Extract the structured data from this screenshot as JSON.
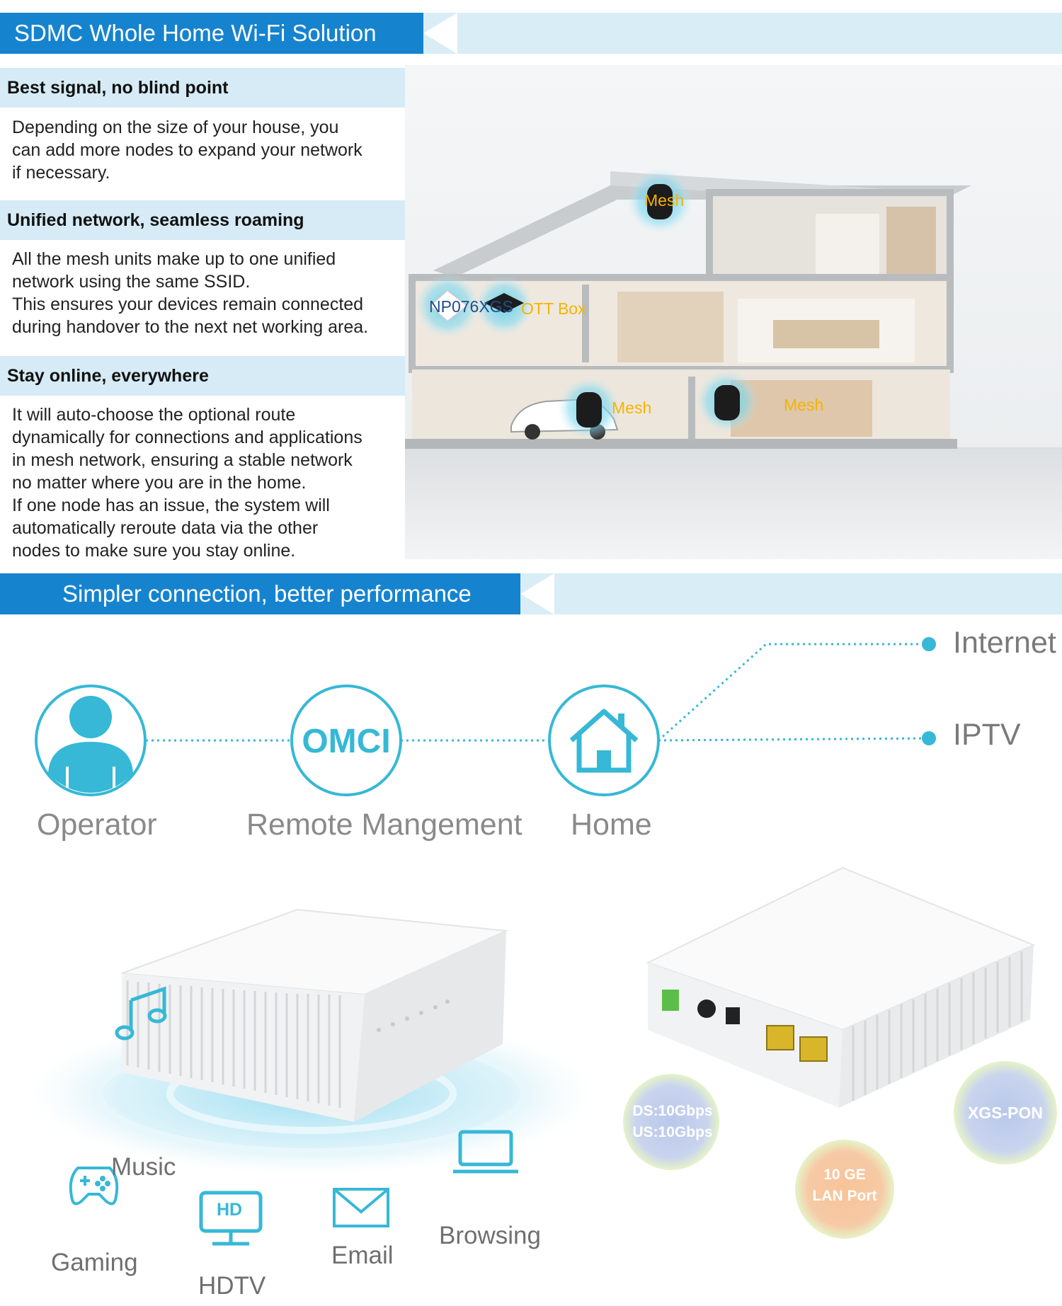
{
  "banners": {
    "top_title": "SDMC Whole Home Wi-Fi Solution",
    "mid_title": "Simpler connection, better performance"
  },
  "features": [
    {
      "title": "Best signal, no blind point",
      "lines": [
        "Depending on the size of your house, you",
        "can add more nodes to expand your network",
        "if necessary."
      ]
    },
    {
      "title": "Unified network, seamless roaming",
      "lines": [
        "All the mesh units make up to one unified",
        "network using the same SSID.",
        "This ensures your devices remain connected",
        "during handover to the next net working area."
      ]
    },
    {
      "title": "Stay online, everywhere",
      "lines": [
        "It will auto-choose the optional route",
        "dynamically for connections and applications",
        "in mesh network, ensuring a stable network",
        "no matter where you are in the home.",
        "If one node has an issue, the system will",
        "automatically reroute data via the other",
        "nodes to make sure you stay online."
      ]
    }
  ],
  "house_nodes": {
    "mesh_top": "Mesh",
    "onu": "NP076XGS",
    "ott": "OTT Box",
    "mesh_garage": "Mesh",
    "mesh_right": "Mesh"
  },
  "connection": {
    "operator": "Operator",
    "omci_badge": "OMCI",
    "remote": "Remote Mangement",
    "home": "Home",
    "internet": "Internet",
    "iptv": "IPTV"
  },
  "apps": {
    "music": "Music",
    "gaming": "Gaming",
    "hdtv": "HDTV",
    "hd_badge": "HD",
    "email": "Email",
    "browsing": "Browsing"
  },
  "specs": {
    "speed_ds": "DS:10Gbps",
    "speed_us": "US:10Gbps",
    "lan_line1": "10 GE",
    "lan_line2": "LAN Port",
    "pon": "XGS-PON"
  },
  "colors": {
    "banner_blue": "#1683cf",
    "banner_light": "#d9edf6",
    "accent_cyan": "#36b8d6",
    "mesh_label": "#f5b400",
    "onu_label": "#1f4e8c"
  }
}
